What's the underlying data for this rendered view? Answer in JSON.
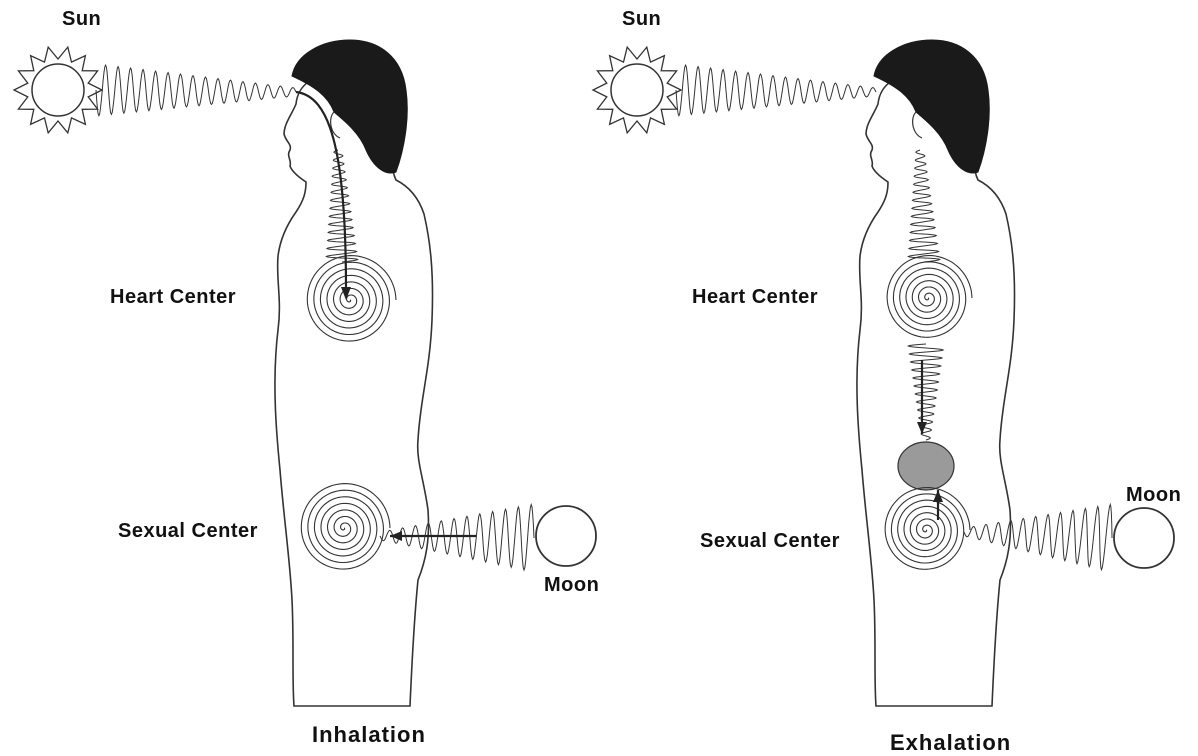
{
  "panels": [
    {
      "caption": "Inhalation",
      "labels": {
        "sun": "Sun",
        "heart": "Heart Center",
        "sexual": "Sexual Center",
        "moon": "Moon"
      }
    },
    {
      "caption": "Exhalation",
      "labels": {
        "sun": "Sun",
        "heart": "Heart Center",
        "sexual": "Sexual Center",
        "moon": "Moon"
      }
    }
  ],
  "colors": {
    "line": "#333333",
    "hair": "#1a1a1a",
    "fill": "#ffffff",
    "shade": "#9a9a9a"
  }
}
